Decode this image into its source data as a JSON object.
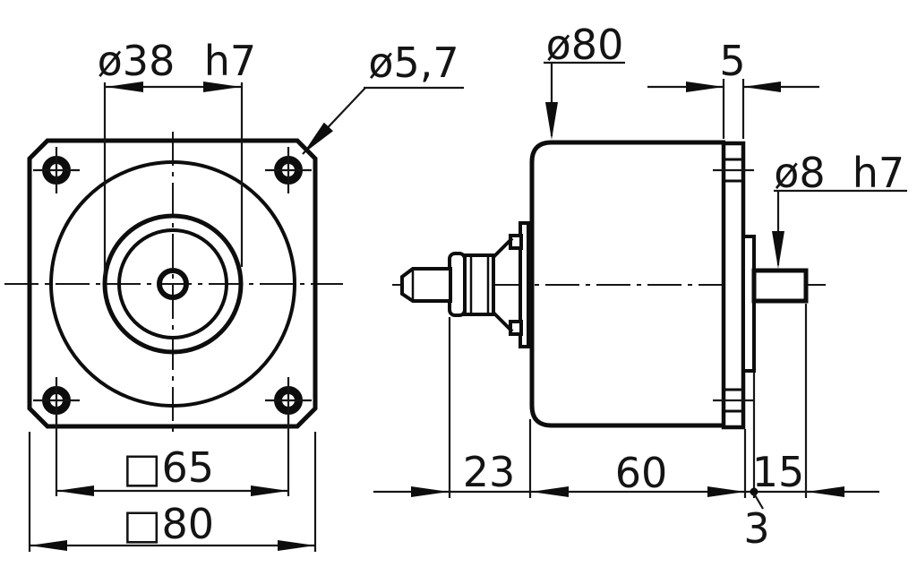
{
  "drawing": {
    "kind": "technical-drawing",
    "style": {
      "line_color": "#0d0d0d",
      "background": "#ffffff"
    },
    "dims": {
      "front": {
        "boss_dia": {
          "value": "ø38",
          "tol": "h7"
        },
        "hole_dia": "ø5,7",
        "bolt_spacing": "□65",
        "flange_size": "□80"
      },
      "side": {
        "body_dia": "ø80",
        "flange_thickness": "5",
        "shaft_dia": {
          "value": "ø8",
          "tol": "h7"
        },
        "rear_length": "23",
        "body_length": "60",
        "shaft_length": "15",
        "boss_thickness": "3"
      }
    }
  }
}
